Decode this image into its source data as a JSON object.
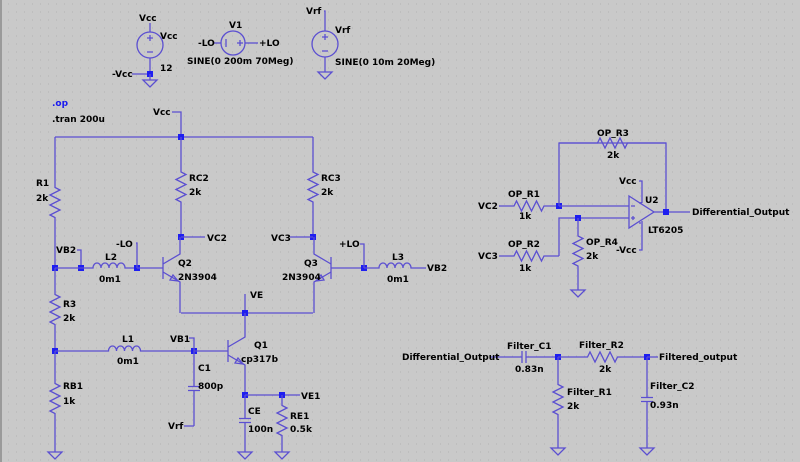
{
  "schematic": {
    "directives": {
      "op": ".op",
      "tran": ".tran 200u"
    },
    "sources": {
      "vcc": {
        "net_top": "Vcc",
        "name": "Vcc",
        "value": "12",
        "net_bottom": "-Vcc"
      },
      "v1": {
        "name": "V1",
        "net_minus": "-LO",
        "net_plus": "+LO",
        "value": "SINE(0 200m 70Meg)"
      },
      "vrf": {
        "net_top": "Vrf",
        "name": "Vrf",
        "value": "SINE(0 10m 20Meg)"
      }
    },
    "mixer": {
      "vcc_label": "Vcc",
      "r1": {
        "name": "R1",
        "value": "2k"
      },
      "r3": {
        "name": "R3",
        "value": "2k"
      },
      "rb1": {
        "name": "RB1",
        "value": "1k"
      },
      "rc2": {
        "name": "RC2",
        "value": "2k"
      },
      "rc3": {
        "name": "RC3",
        "value": "2k"
      },
      "l1": {
        "name": "L1",
        "value": "0m1"
      },
      "l2": {
        "name": "L2",
        "value": "0m1"
      },
      "l3": {
        "name": "L3",
        "value": "0m1"
      },
      "c1": {
        "name": "C1",
        "value": "800p"
      },
      "ce": {
        "name": "CE",
        "value": "100n"
      },
      "re1": {
        "name": "RE1",
        "value": "0.5k"
      },
      "q1": {
        "name": "Q1",
        "model": "cp317b"
      },
      "q2": {
        "name": "Q2",
        "model": "2N3904"
      },
      "q3": {
        "name": "Q3",
        "model": "2N3904"
      },
      "nets": {
        "vb2_left": "VB2",
        "minus_lo": "-LO",
        "vc2": "VC2",
        "vc3": "VC3",
        "plus_lo": "+LO",
        "vb2_right": "VB2",
        "ve": "VE",
        "vb1": "VB1",
        "vrf": "Vrf",
        "ve1": "VE1"
      }
    },
    "opamp": {
      "u2": {
        "name": "U2",
        "model": "LT6205"
      },
      "op_r1": {
        "name": "OP_R1",
        "value": "1k"
      },
      "op_r2": {
        "name": "OP_R2",
        "value": "1k"
      },
      "op_r3": {
        "name": "OP_R3",
        "value": "2k"
      },
      "op_r4": {
        "name": "OP_R4",
        "value": "2k"
      },
      "nets": {
        "vc2": "VC2",
        "vc3": "VC3",
        "vcc": "Vcc",
        "minus_vcc": "-Vcc",
        "out": "Differential_Output"
      }
    },
    "filter": {
      "c1": {
        "name": "Filter_C1",
        "value": "0.83n"
      },
      "r1": {
        "name": "Filter_R1",
        "value": "2k"
      },
      "r2": {
        "name": "Filter_R2",
        "value": "2k"
      },
      "c2": {
        "name": "Filter_C2",
        "value": "0.93n"
      },
      "nets": {
        "in": "Differential_Output",
        "out": "Filtered_output"
      }
    },
    "colors": {
      "wire": "#5b4fd1",
      "junction": "#1e1ef0",
      "background": "#c9c9c9",
      "directive": "#1a1aee"
    }
  }
}
